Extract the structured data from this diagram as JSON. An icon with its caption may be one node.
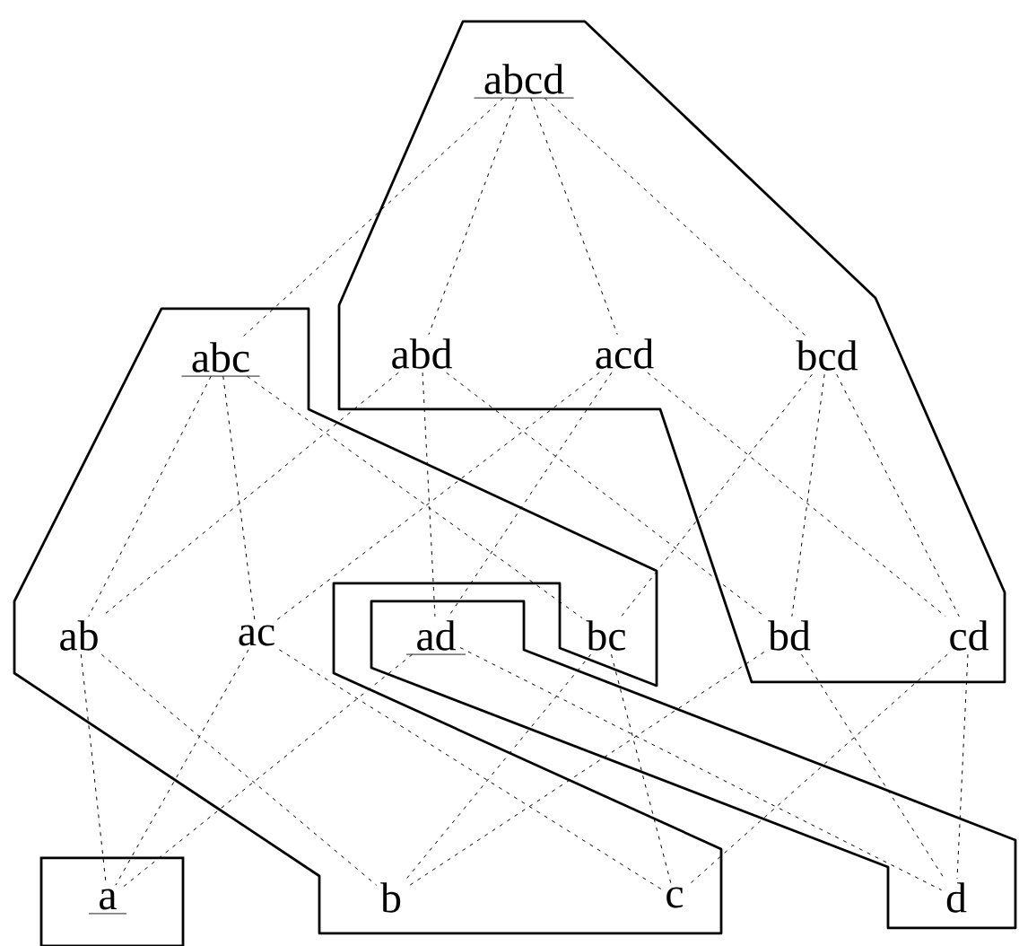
{
  "diagram": {
    "nodes": [
      {
        "text": [],
        "shape": "polygon"
      },
      {
        "text": [
          "abcd"
        ],
        "in": 0
      },
      {
        "text": [],
        "shape": "polygon"
      },
      {
        "text": [
          "abc"
        ],
        "in": 2
      },
      {
        "text": [
          "abd"
        ],
        "in": 0
      },
      {
        "text": [
          "acd"
        ],
        "in": 0
      },
      {
        "text": [
          "bcd"
        ],
        "in": 0
      },
      {
        "text": [
          "ab"
        ],
        "in": 2
      },
      {
        "text": [
          "ac"
        ],
        "in": 2
      },
      {
        "text": [],
        "shape": "polygon"
      },
      {
        "text": [
          "ad"
        ],
        "in": 9
      },
      {
        "text": [
          "bc"
        ],
        "in": 2
      },
      {
        "text": [
          "bd"
        ],
        "in": 0
      },
      {
        "text": [
          "cd"
        ],
        "in": 0
      },
      {
        "text": [],
        "shape": "box"
      },
      {
        "text": [
          "a"
        ],
        "in": 14
      },
      {
        "text": [
          "b"
        ],
        "in": 2
      },
      {
        "text": [
          "c"
        ],
        "in": 2
      },
      {
        "text": [
          "d"
        ],
        "in": 9
      }
    ],
    "edges": [
      {
        "from": 1,
        "to": 3,
        "arrow": "none"
      },
      {
        "from": 1,
        "to": 4,
        "arrow": "none"
      },
      {
        "from": 1,
        "to": 5,
        "arrow": "none"
      },
      {
        "from": 1,
        "to": 6,
        "arrow": "none"
      },
      {
        "from": 3,
        "to": 7,
        "arrow": "none"
      },
      {
        "from": 3,
        "to": 8,
        "arrow": "none"
      },
      {
        "from": 3,
        "to": 11,
        "arrow": "none"
      },
      {
        "from": 4,
        "to": 7,
        "arrow": "none"
      },
      {
        "from": 4,
        "to": 10,
        "arrow": "none"
      },
      {
        "from": 4,
        "to": 12,
        "arrow": "none"
      },
      {
        "from": 5,
        "to": 8,
        "arrow": "none"
      },
      {
        "from": 5,
        "to": 10,
        "arrow": "none"
      },
      {
        "from": 5,
        "to": 13,
        "arrow": "none"
      },
      {
        "from": 6,
        "to": 11,
        "arrow": "none"
      },
      {
        "from": 6,
        "to": 12,
        "arrow": "none"
      },
      {
        "from": 6,
        "to": 13,
        "arrow": "none"
      },
      {
        "from": 7,
        "to": 15,
        "arrow": "none"
      },
      {
        "from": 7,
        "to": 16,
        "arrow": "none"
      },
      {
        "from": 8,
        "to": 15,
        "arrow": "none"
      },
      {
        "from": 8,
        "to": 17,
        "arrow": "none"
      },
      {
        "from": 10,
        "to": 15,
        "arrow": "none"
      },
      {
        "from": 10,
        "to": 18,
        "arrow": "none"
      },
      {
        "from": 11,
        "to": 16,
        "arrow": "none"
      },
      {
        "from": 11,
        "to": 17,
        "arrow": "none"
      },
      {
        "from": 12,
        "to": 16,
        "arrow": "none"
      },
      {
        "from": 12,
        "to": 18,
        "arrow": "none"
      },
      {
        "from": 13,
        "to": 17,
        "arrow": "none"
      },
      {
        "from": 13,
        "to": 18,
        "arrow": "none"
      }
    ]
  }
}
